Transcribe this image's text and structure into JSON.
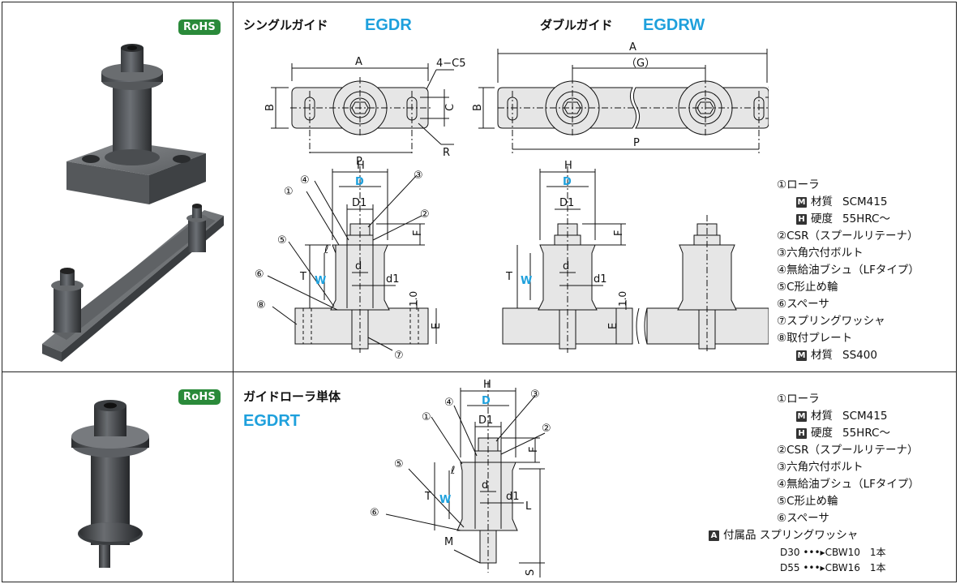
{
  "badges": {
    "rohs_top": "RoHS",
    "rohs_bottom": "RoHS"
  },
  "section_single": {
    "title_jp": "シングルガイド",
    "code": "EGDR"
  },
  "section_double": {
    "title_jp": "ダブルガイド",
    "code": "EGDRW"
  },
  "section_roller": {
    "title_jp": "ガイドローラ単体",
    "code": "EGDRT"
  },
  "dims": {
    "A": "A",
    "B": "B",
    "C": "C",
    "P": "P",
    "R": "R",
    "G": "（G）",
    "chamfer": "4−C5",
    "H": "H",
    "D": "D",
    "D1": "D1",
    "d": "d",
    "d1": "d1",
    "F": "F",
    "T": "T",
    "W": "W",
    "l": "ℓ",
    "E": "E",
    "one": "1.0",
    "L": "L",
    "M": "M",
    "S": "S"
  },
  "callouts": [
    "①",
    "②",
    "③",
    "④",
    "⑤",
    "⑥",
    "⑦",
    "⑧"
  ],
  "spec_top": {
    "item1": "①ローラ",
    "m_badge": "M",
    "m_label": "材質",
    "m_value": "SCM415",
    "h_badge": "H",
    "h_label": "硬度",
    "h_value": "55HRC～",
    "item2": "②CSR（スプールリテーナ）",
    "item3": "③六角穴付ボルト",
    "item4": "④無給油ブシュ（LFタイプ）",
    "item5": "⑤C形止め輪",
    "item6": "⑥スペーサ",
    "item7": "⑦スプリングワッシャ",
    "item8": "⑧取付プレート",
    "m2_badge": "M",
    "m2_label": "材質",
    "m2_value": "SS400"
  },
  "spec_bottom": {
    "item1": "①ローラ",
    "m_badge": "M",
    "m_label": "材質",
    "m_value": "SCM415",
    "h_badge": "H",
    "h_label": "硬度",
    "h_value": "55HRC～",
    "item2": "②CSR（スプールリテーナ）",
    "item3": "③六角穴付ボルト",
    "item4": "④無給油ブシュ（LFタイプ）",
    "item5": "⑤C形止め輪",
    "item6": "⑥スペーサ",
    "a_badge": "A",
    "acc_label": "付属品",
    "acc_value": "スプリングワッシャ",
    "acc_row1": "D30 •••▸CBW10　1本",
    "acc_row2": "D55 •••▸CBW16　1本"
  }
}
